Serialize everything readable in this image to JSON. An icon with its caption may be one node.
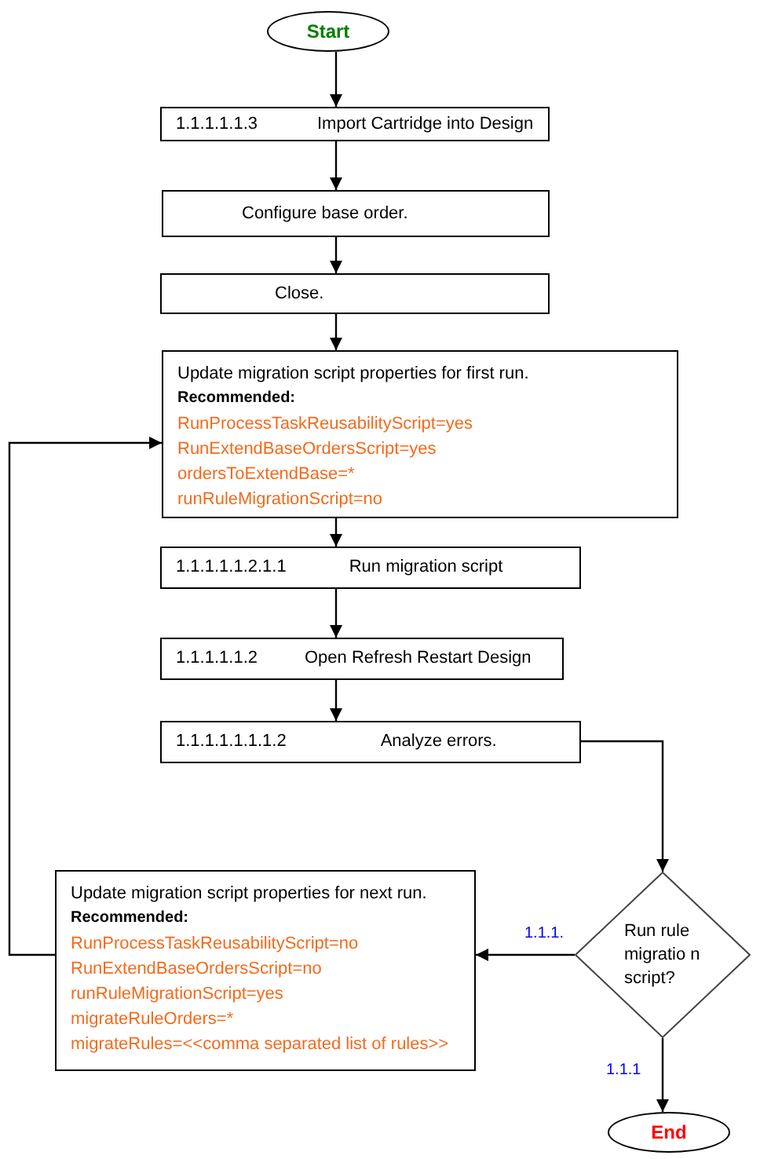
{
  "diagram": {
    "nodes": [
      {
        "text": [
          "Start"
        ]
      },
      {
        "text": [
          "1.1.1.1.1.3",
          "Import Cartridge into Design"
        ]
      },
      {
        "text": [
          "Configure base order."
        ]
      },
      {
        "text": [
          "Close."
        ]
      },
      {
        "text": [
          "Update migration script properties for first run.",
          "Recommended:",
          "RunProcessTaskReusabilityScript=yes",
          "RunExtendBaseOrdersScript=yes",
          "ordersToExtendBase=*",
          "runRuleMigrationScript=no"
        ]
      },
      {
        "text": [
          "1.1.1.1.1.2.1.1",
          "Run migration script"
        ]
      },
      {
        "text": [
          "1.1.1.1.1.2",
          "Open Refresh Restart Design"
        ]
      },
      {
        "text": [
          "1.1.1.1.1.1.1.2",
          "Analyze errors."
        ]
      },
      {
        "text": [
          "Update migration script properties for next run.",
          "Recommended:",
          "RunProcessTaskReusabilityScript=no",
          "RunExtendBaseOrdersScript=no",
          "runRuleMigrationScript=yes",
          "migrateRuleOrders=*",
          "migrateRules=<<comma separated list of rules>>"
        ]
      },
      {
        "text": [
          "Run rule migratio n script?"
        ]
      },
      {
        "text": [
          "End"
        ]
      }
    ],
    "edges": [
      {
        "from": 0,
        "to": 1,
        "arrow": "to"
      },
      {
        "from": 1,
        "to": 2,
        "arrow": "to"
      },
      {
        "from": 2,
        "to": 3,
        "arrow": "to"
      },
      {
        "from": 3,
        "to": 4,
        "arrow": "to"
      },
      {
        "from": 4,
        "to": 5,
        "arrow": "to"
      },
      {
        "from": 5,
        "to": 6,
        "arrow": "to"
      },
      {
        "from": 6,
        "to": 7,
        "arrow": "to"
      },
      {
        "from": 7,
        "to": 9,
        "arrow": "to"
      },
      {
        "from": 9,
        "to": 8,
        "arrow": "to",
        "label": "1.1.1."
      },
      {
        "from": 8,
        "to": 4,
        "arrow": "to"
      },
      {
        "from": 9,
        "to": 10,
        "arrow": "to",
        "label": "1.1.1"
      }
    ]
  }
}
